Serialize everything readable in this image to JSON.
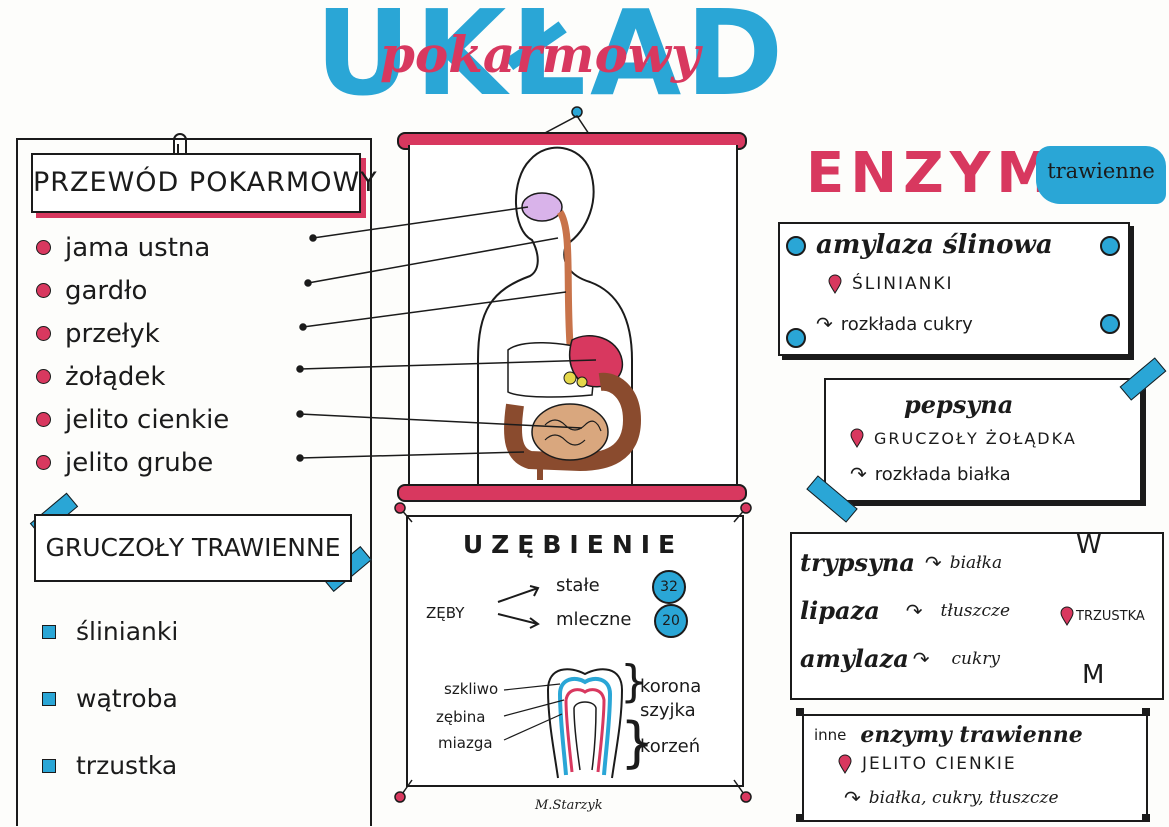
{
  "title": {
    "main": "UKŁAD",
    "sub": "pokarmowy"
  },
  "left": {
    "przewod_heading": "PRZEWÓD POKARMOWY",
    "organs": [
      "jama ustna",
      "gardło",
      "przełyk",
      "żołądek",
      "jelito cienkie",
      "jelito grube"
    ],
    "glands_heading": "GRUCZOŁY TRAWIENNE",
    "glands": [
      "ślinianki",
      "wątroba",
      "trzustka"
    ]
  },
  "teeth": {
    "heading": "UZĘBIENIE",
    "zeby": "ZĘBY",
    "stale": "stałe",
    "stale_count": "32",
    "mleczne": "mleczne",
    "mleczne_count": "20",
    "parts": [
      "szkliwo",
      "zębina",
      "miazga"
    ],
    "regions": [
      "korona",
      "szyjka",
      "korzeń"
    ]
  },
  "enzymes": {
    "heading": "ENZYMY",
    "tag": "trawienne",
    "amylaza_slinowa": {
      "name": "amylaza ślinowa",
      "source": "ŚLINIANKI",
      "action": "rozkłada cukry"
    },
    "pepsyna": {
      "name": "pepsyna",
      "source": "GRUCZOŁY ŻOŁĄDKA",
      "action": "rozkłada białka"
    },
    "pancreas": {
      "trypsyna": "trypsyna",
      "trypsyna_target": "białka",
      "lipaza": "lipaza",
      "lipaza_target": "tłuszcze",
      "amylaza": "amylaza",
      "amylaza_target": "cukry",
      "source": "TRZUSTKA"
    },
    "inne": {
      "prefix": "inne",
      "name": "enzymy trawienne",
      "source": "JELITO CIENKIE",
      "targets": "białka, cukry, tłuszcze"
    }
  },
  "signature": "M.Starzyk",
  "colors": {
    "accent_blue": "#2aa6d6",
    "accent_red": "#d8385f",
    "ink": "#1b1b1b"
  }
}
